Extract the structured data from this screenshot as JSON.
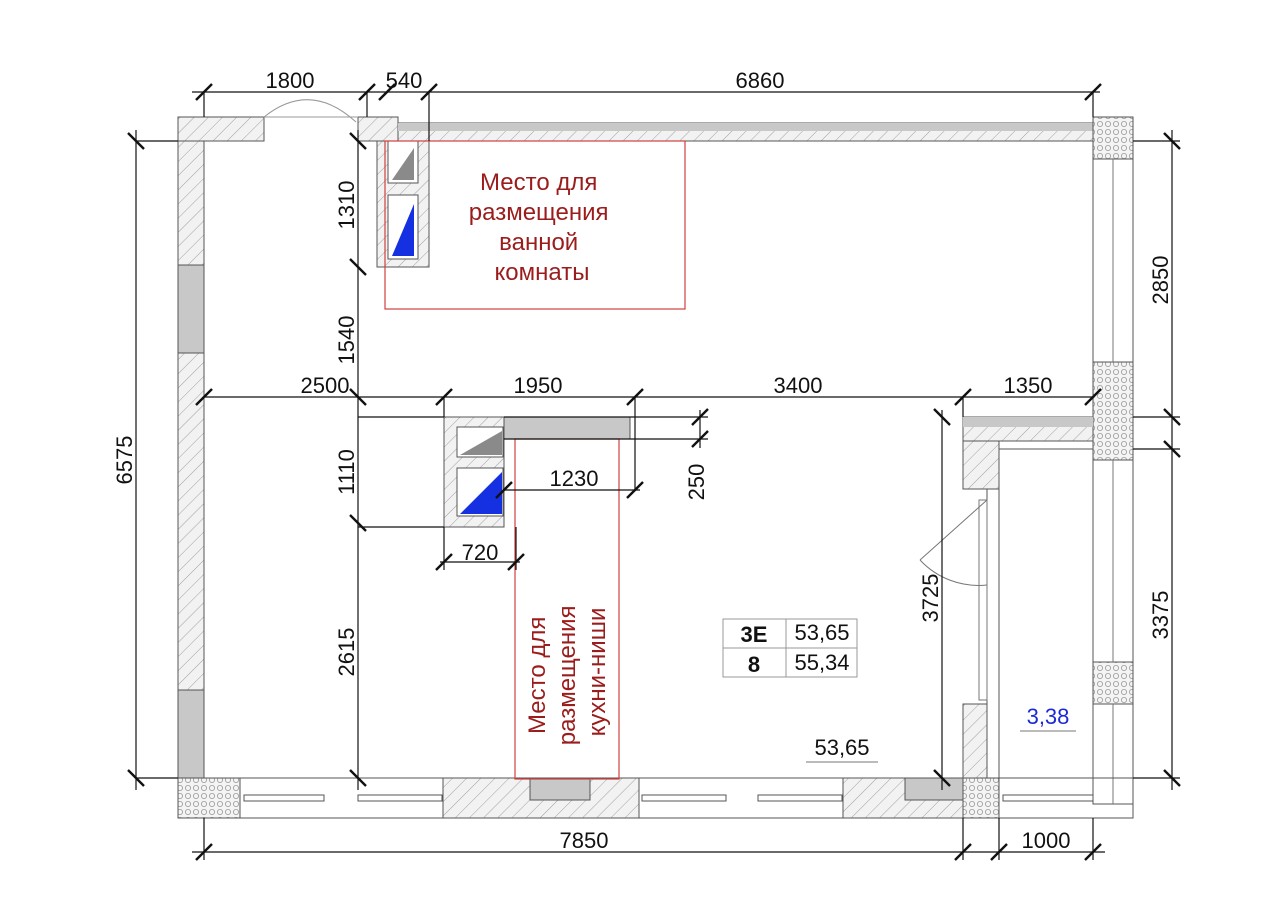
{
  "dimensions": {
    "top_1800": "1800",
    "top_540": "540",
    "top_6860": "6860",
    "left_6575": "6575",
    "inner_1310": "1310",
    "inner_1540": "1540",
    "inner_2615": "2615",
    "inner_1110": "1110",
    "mid_2500": "2500",
    "mid_1950": "1950",
    "mid_3400": "3400",
    "mid_1350": "1350",
    "kitchen_1230": "1230",
    "kitchen_250": "250",
    "kitchen_720": "720",
    "right_2850": "2850",
    "right_3375": "3375",
    "balcony_3725": "3725",
    "bottom_7850": "7850",
    "bottom_1000": "1000"
  },
  "zones": {
    "bathroom": [
      "Место для",
      "размещения",
      "ванной",
      "комнаты"
    ],
    "kitchen": [
      "Место для",
      "размещения",
      "кухни-ниши"
    ]
  },
  "area_table": {
    "type_label": "3E",
    "floor_label": "8",
    "area_living": "53,65",
    "area_total": "55,34"
  },
  "room_area": "53,65",
  "balcony_area": "3,38",
  "colors": {
    "wall_fill": "#e8e8e8",
    "hatch": "#9a9a9a",
    "column": "#c8c8c8",
    "zone_border": "#d04040",
    "zone_text": "#9b1c1c",
    "balcony_text": "#1a2bd6",
    "fixture_blue": "#1530e0"
  }
}
